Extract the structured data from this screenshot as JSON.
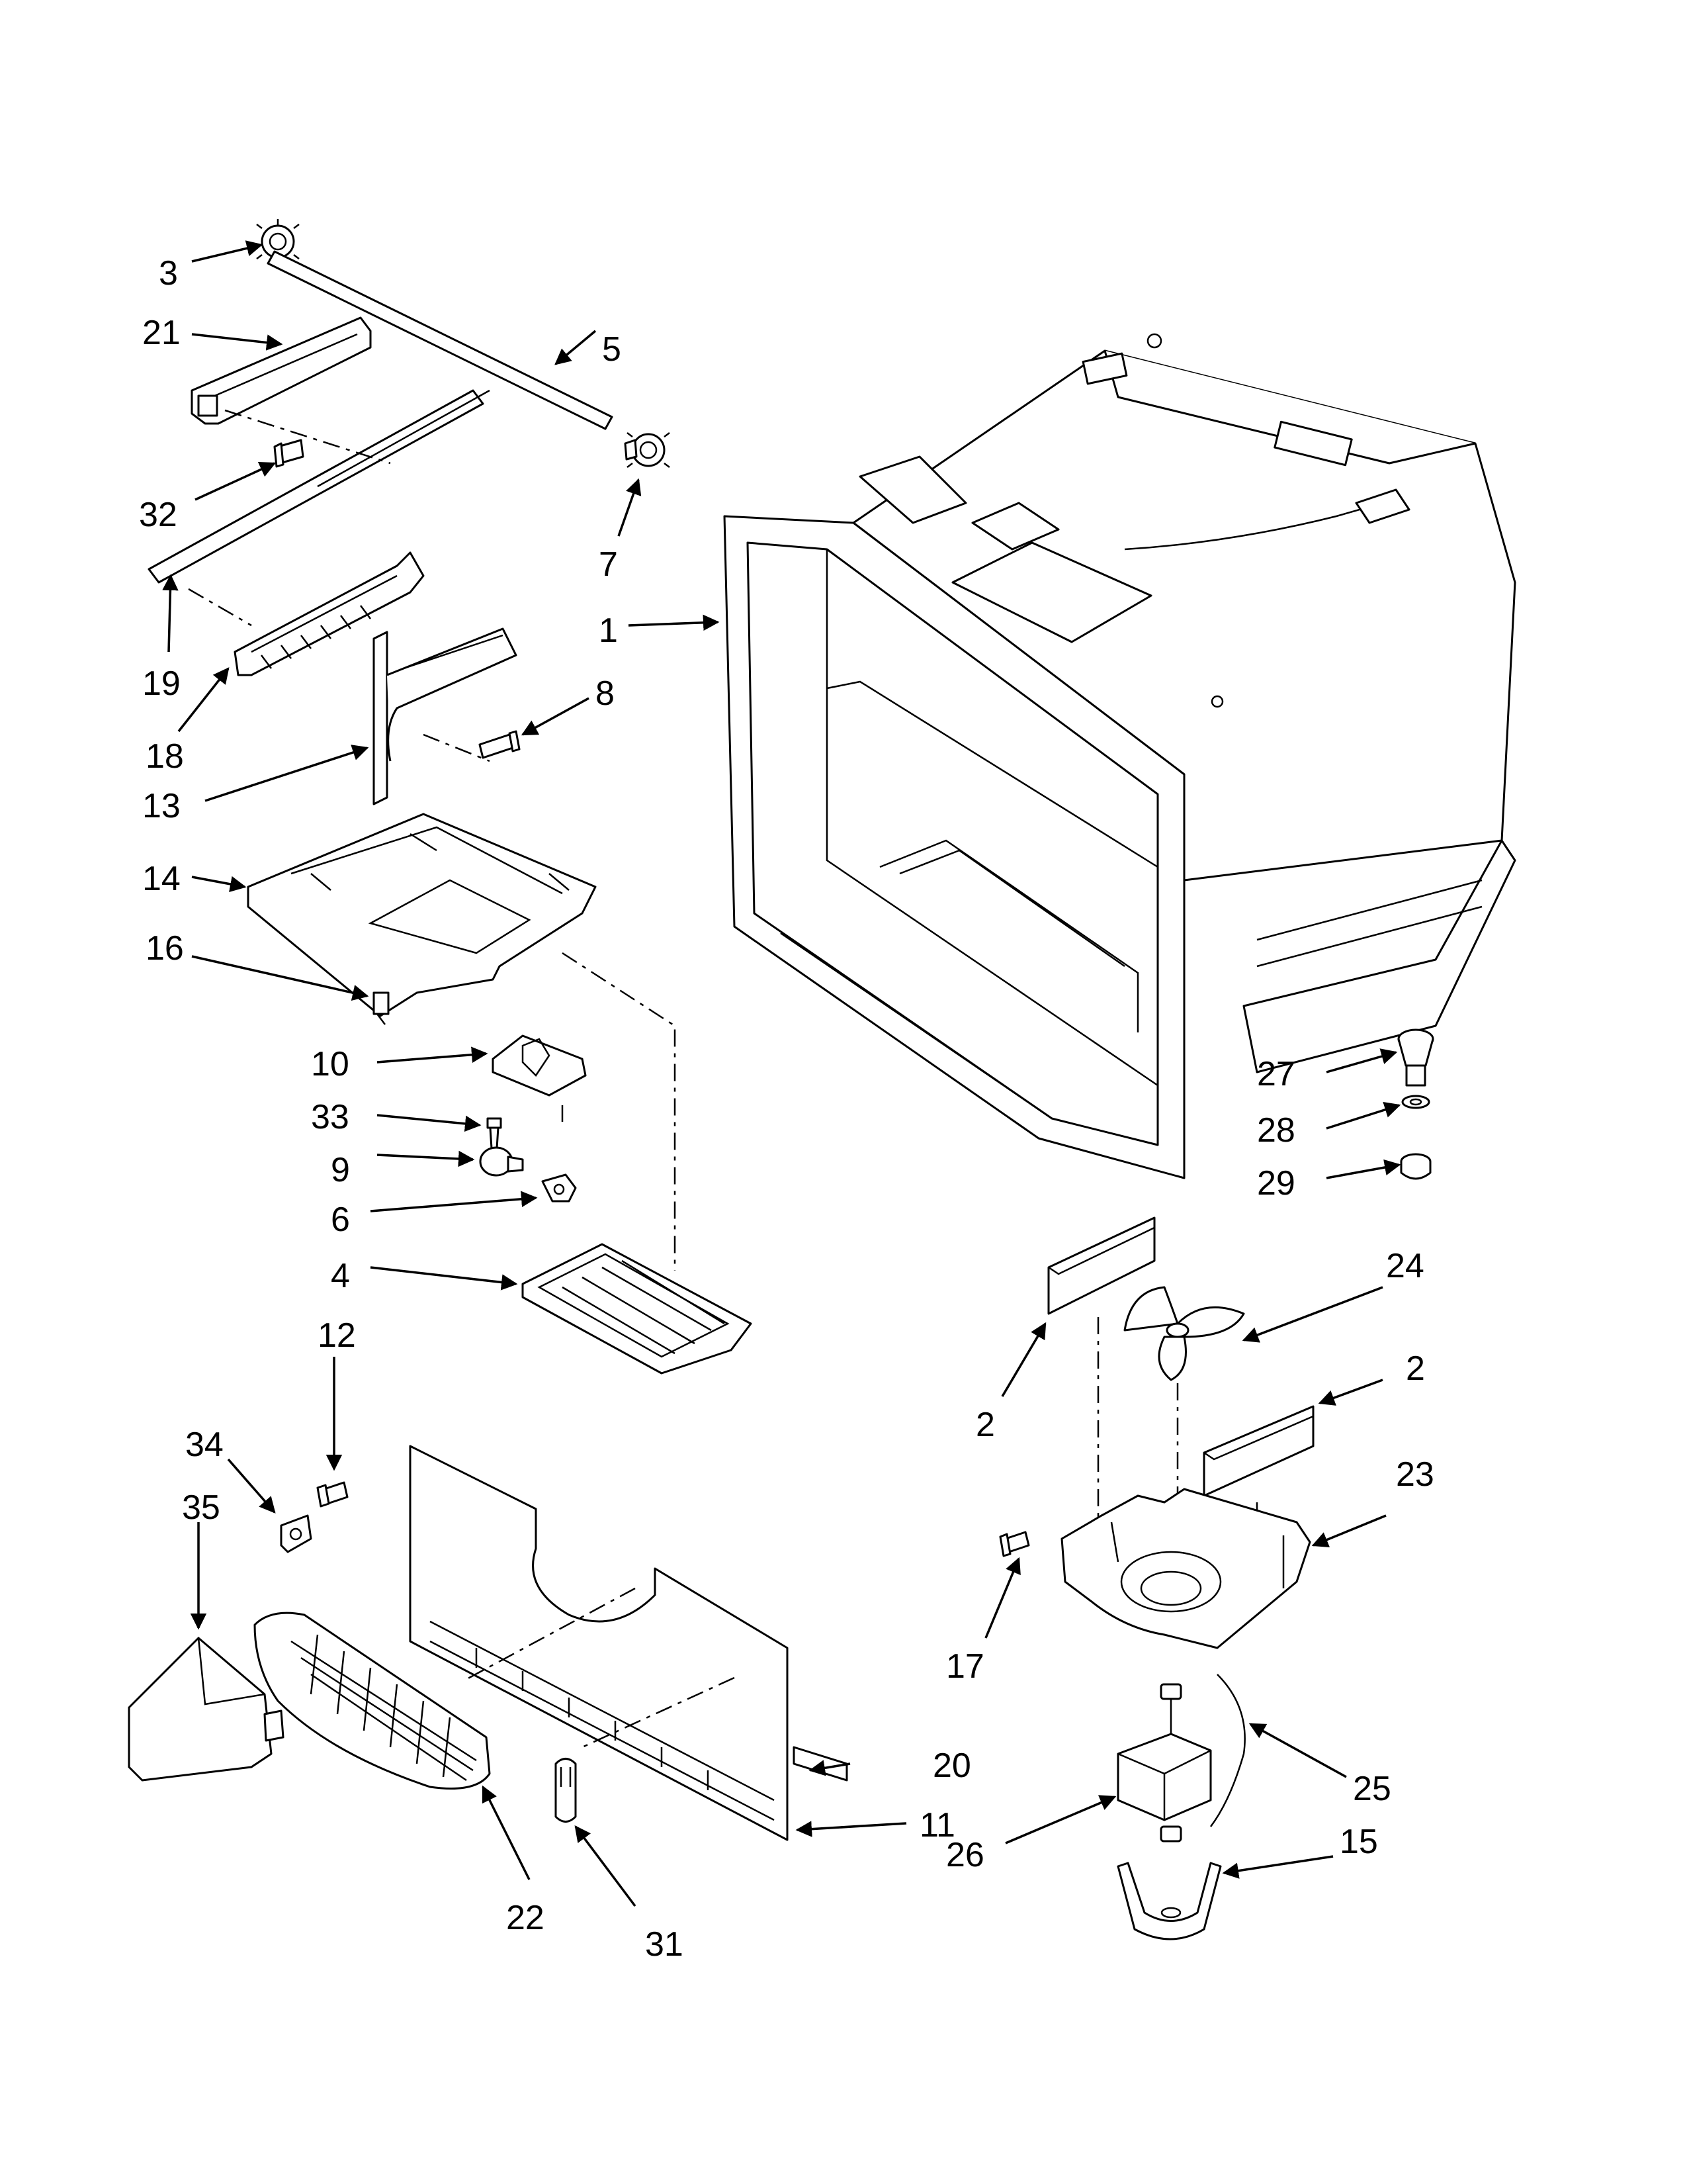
{
  "colors": {
    "ink": "#000000",
    "paper": "#ffffff"
  },
  "callouts": [
    "1",
    "2",
    "2",
    "3",
    "4",
    "5",
    "6",
    "7",
    "8",
    "9",
    "10",
    "11",
    "12",
    "13",
    "14",
    "15",
    "16",
    "17",
    "18",
    "19",
    "20",
    "21",
    "22",
    "23",
    "24",
    "25",
    "26",
    "27",
    "28",
    "29",
    "31",
    "32",
    "33",
    "34",
    "35"
  ]
}
